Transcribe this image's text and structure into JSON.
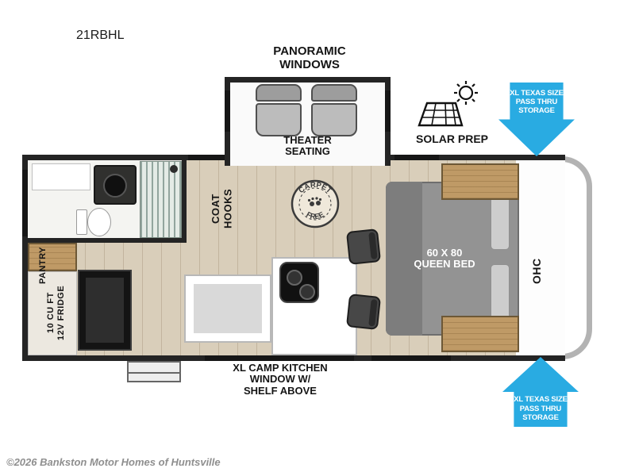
{
  "model": "21RBHL",
  "watermark": "©2026 Bankston Motor Homes of Huntsville",
  "colors": {
    "arrow_blue": "#29abe2",
    "wall": "#242424",
    "floor": "#d9ceba",
    "wood": "#bf9a66",
    "bed": "#939393"
  },
  "callouts": {
    "panoramic_windows": "PANORAMIC\nWINDOWS",
    "solar_prep": "SOLAR PREP",
    "pass_thru_top": "XL TEXAS SIZE\nPASS THRU\nSTORAGE",
    "pass_thru_bottom": "XL TEXAS SIZE\nPASS THRU\nSTORAGE",
    "camp_kitchen": "XL CAMP KITCHEN\nWINDOW W/\nSHELF ABOVE"
  },
  "interior": {
    "theater_seating": "THEATER\nSEATING",
    "coat_hooks": "COAT\nHOOKS",
    "queen_bed": "60 X 80\nQUEEN BED",
    "ohc": "OHC",
    "pantry": "PANTRY",
    "fridge": "10 CU FT\n12V FRIDGE",
    "carpet_free": {
      "top": "CARPET",
      "bottom": "FREE"
    }
  }
}
